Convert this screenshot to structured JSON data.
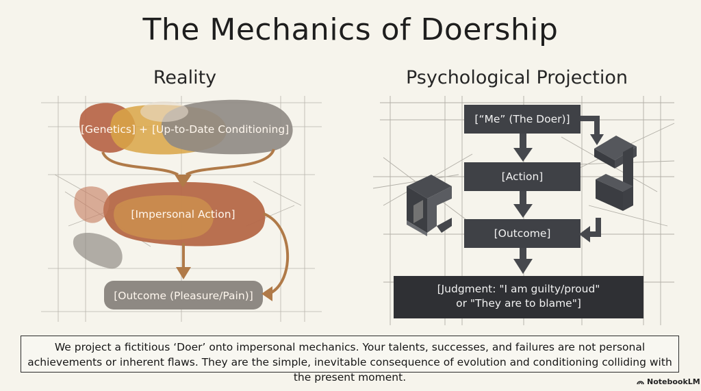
{
  "title": "The Mechanics of Doership",
  "reality": {
    "heading": "Reality",
    "genetics": "[Genetics]",
    "plus": "+",
    "conditioning": "[Up-to-Date Conditioning]",
    "impersonal_action": "[Impersonal Action]",
    "outcome": "[Outcome (Pleasure/Pain)]"
  },
  "projection": {
    "heading": "Psychological Projection",
    "me_doer": "[“Me” (The Doer)]",
    "action": "[Action]",
    "outcome": "[Outcome]",
    "judgment_line1": "[Judgment: \"I am guilty/proud\"",
    "judgment_line2": "or \"They are to blame\"]"
  },
  "caption": "We project a fictitious ‘Doer’ onto impersonal mechanics. Your talents, successes, and failures are not personal achievements or inherent flaws. They are the simple, inevitable consequence of evolution and conditioning colliding with the present moment.",
  "brand": "NotebookLM",
  "colors": {
    "background": "#f6f4ec",
    "rust": "#b8684c",
    "ochre": "#d7a24a",
    "grey_blob": "#8c8680",
    "dark_box": "#3f4146",
    "judgment_box": "#2f3034"
  }
}
